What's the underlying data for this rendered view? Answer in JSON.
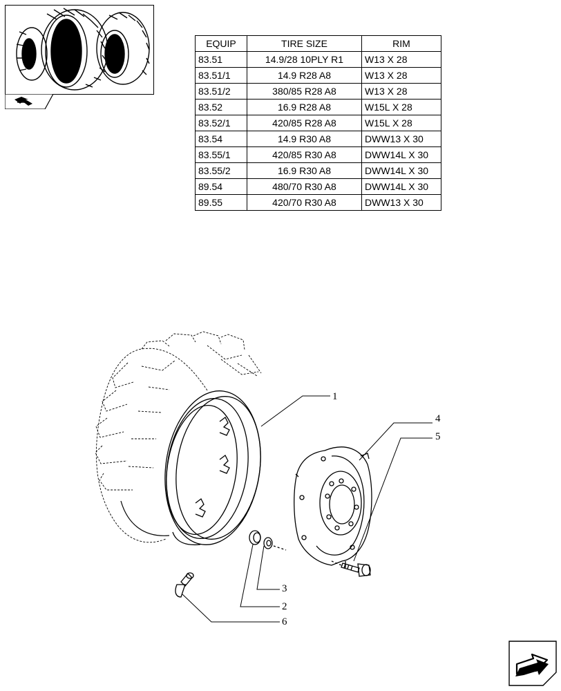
{
  "table": {
    "headers": [
      "EQUIP",
      "TIRE SIZE",
      "RIM"
    ],
    "rows": [
      [
        "83.51",
        "14.9/28 10PLY R1",
        "W13 X 28"
      ],
      [
        "83.51/1",
        "14.9 R28 A8",
        "W13 X 28"
      ],
      [
        "83.51/2",
        "380/85 R28 A8",
        "W13 X 28"
      ],
      [
        "83.52",
        "16.9 R28 A8",
        "W15L X 28"
      ],
      [
        "83.52/1",
        "420/85 R28 A8",
        "W15L X 28"
      ],
      [
        "83.54",
        "14.9 R30 A8",
        "DWW13 X 30"
      ],
      [
        "83.55/1",
        "420/85 R30 A8",
        "DWW14L X 30"
      ],
      [
        "83.55/2",
        "16.9 R30 A8",
        "DWW14L X 30"
      ],
      [
        "89.54",
        "480/70 R30 A8",
        "DWW14L X 30"
      ],
      [
        "89.55",
        "420/70 R30 A8",
        "DWW13 X 30"
      ]
    ]
  },
  "callouts": {
    "c1": "1",
    "c2": "2",
    "c3": "3",
    "c4": "4",
    "c5": "5",
    "c6": "6"
  },
  "icons": {
    "thumbnail": "tractor-wheel-thumbnail-icon",
    "thumbnail_tab": "back-arrow-icon",
    "nav": "next-page-arrow-icon"
  }
}
